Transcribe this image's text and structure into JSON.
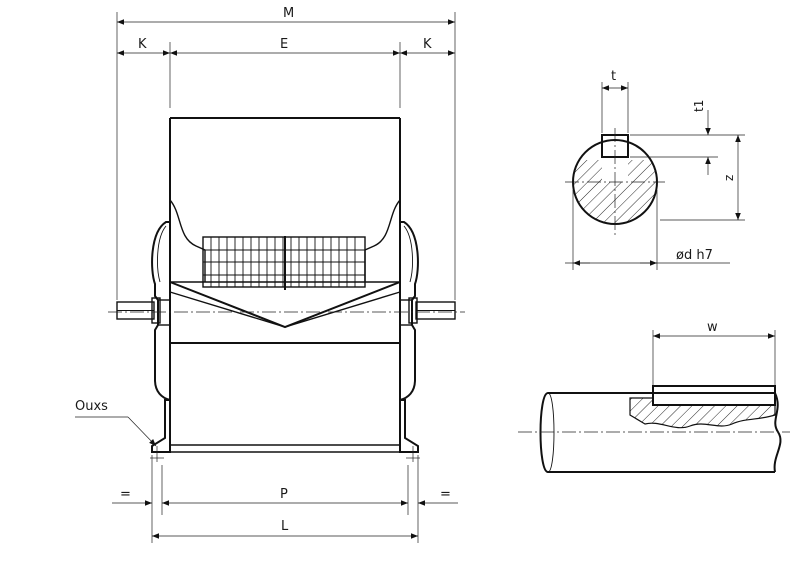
{
  "drawing": {
    "front_view": {
      "dimensions": {
        "overall_width": "M",
        "left_offset": "K",
        "face_width": "E",
        "right_offset": "K",
        "left_edge": "=",
        "foot_spacing": "P",
        "right_edge": "=",
        "foot_length": "L"
      },
      "bolt_callout": "Ouxs"
    },
    "shaft_section": {
      "key_width": "t",
      "key_depth": "t1",
      "key_height": "z",
      "shaft_diameter": "ød h7"
    },
    "shaft_side": {
      "key_length": "w"
    }
  }
}
